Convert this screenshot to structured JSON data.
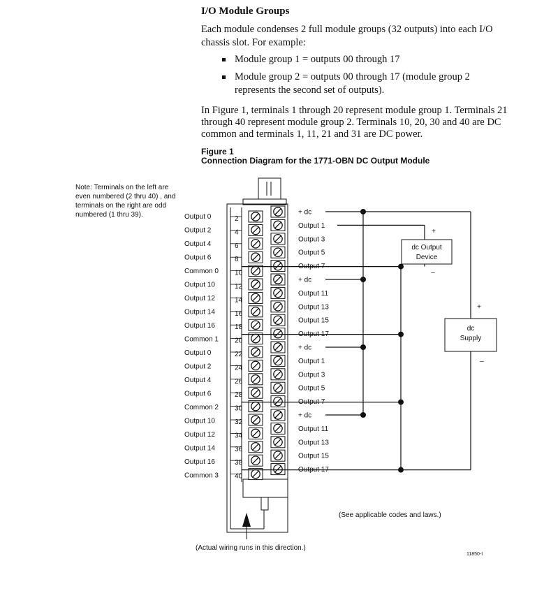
{
  "section": {
    "heading": "I/O Module Groups",
    "intro": "Each module condenses 2 full module groups (32 outputs) into each I/O chassis slot. For example:",
    "bullets": [
      "Module group 1 = outputs 00 through 17",
      "Module group 2 = outputs 00 through 17 (module group 2 represents the second set of outputs)."
    ],
    "paragraph": "In Figure 1, terminals 1 through 20 represent module group 1. Terminals 21 through 40 represent module group 2. Terminals 10, 20, 30 and 40 are DC common and terminals 1, 11, 21 and 31 are DC power."
  },
  "figure": {
    "label": "Figure 1",
    "caption": "Connection Diagram for the 1771-OBN DC Output Module",
    "note": "Note: Terminals on the left are even numbered (2 thru 40) , and terminals on the right are odd numbered (1 thru 39).",
    "left_labels": [
      "Output 0",
      "Output 2",
      "Output 4",
      "Output 6",
      "Common 0",
      "Output 10",
      "Output 12",
      "Output 14",
      "Output 16",
      "Common 1",
      "Output 0",
      "Output 2",
      "Output 4",
      "Output 6",
      "Common 2",
      "Output 10",
      "Output 12",
      "Output 14",
      "Output 16",
      "Common 3"
    ],
    "terminal_numbers": [
      "2",
      "4",
      "6",
      "8",
      "10",
      "12",
      "14",
      "16",
      "18",
      "20",
      "22",
      "24",
      "26",
      "28",
      "30",
      "32",
      "34",
      "36",
      "38",
      "40"
    ],
    "right_labels": [
      "+ dc",
      "Output 1",
      "Output 3",
      "Output 5",
      "Output 7",
      "+ dc",
      "Output 11",
      "Output 13",
      "Output 15",
      "Output 17",
      "+ dc",
      "Output 1",
      "Output 3",
      "Output 5",
      "Output 7",
      "+ dc",
      "Output 11",
      "Output 13",
      "Output 15",
      "Output 17"
    ],
    "device": {
      "line1": "dc Output",
      "line2": "Device",
      "plus": "+",
      "minus": "–"
    },
    "supply": {
      "line1": "dc",
      "line2": "Supply",
      "plus": "+",
      "minus": "–"
    },
    "codes_note": "(See applicable codes and laws.)",
    "wiring_note": "(Actual wiring runs in this direction.)",
    "figure_id": "11850-I"
  }
}
